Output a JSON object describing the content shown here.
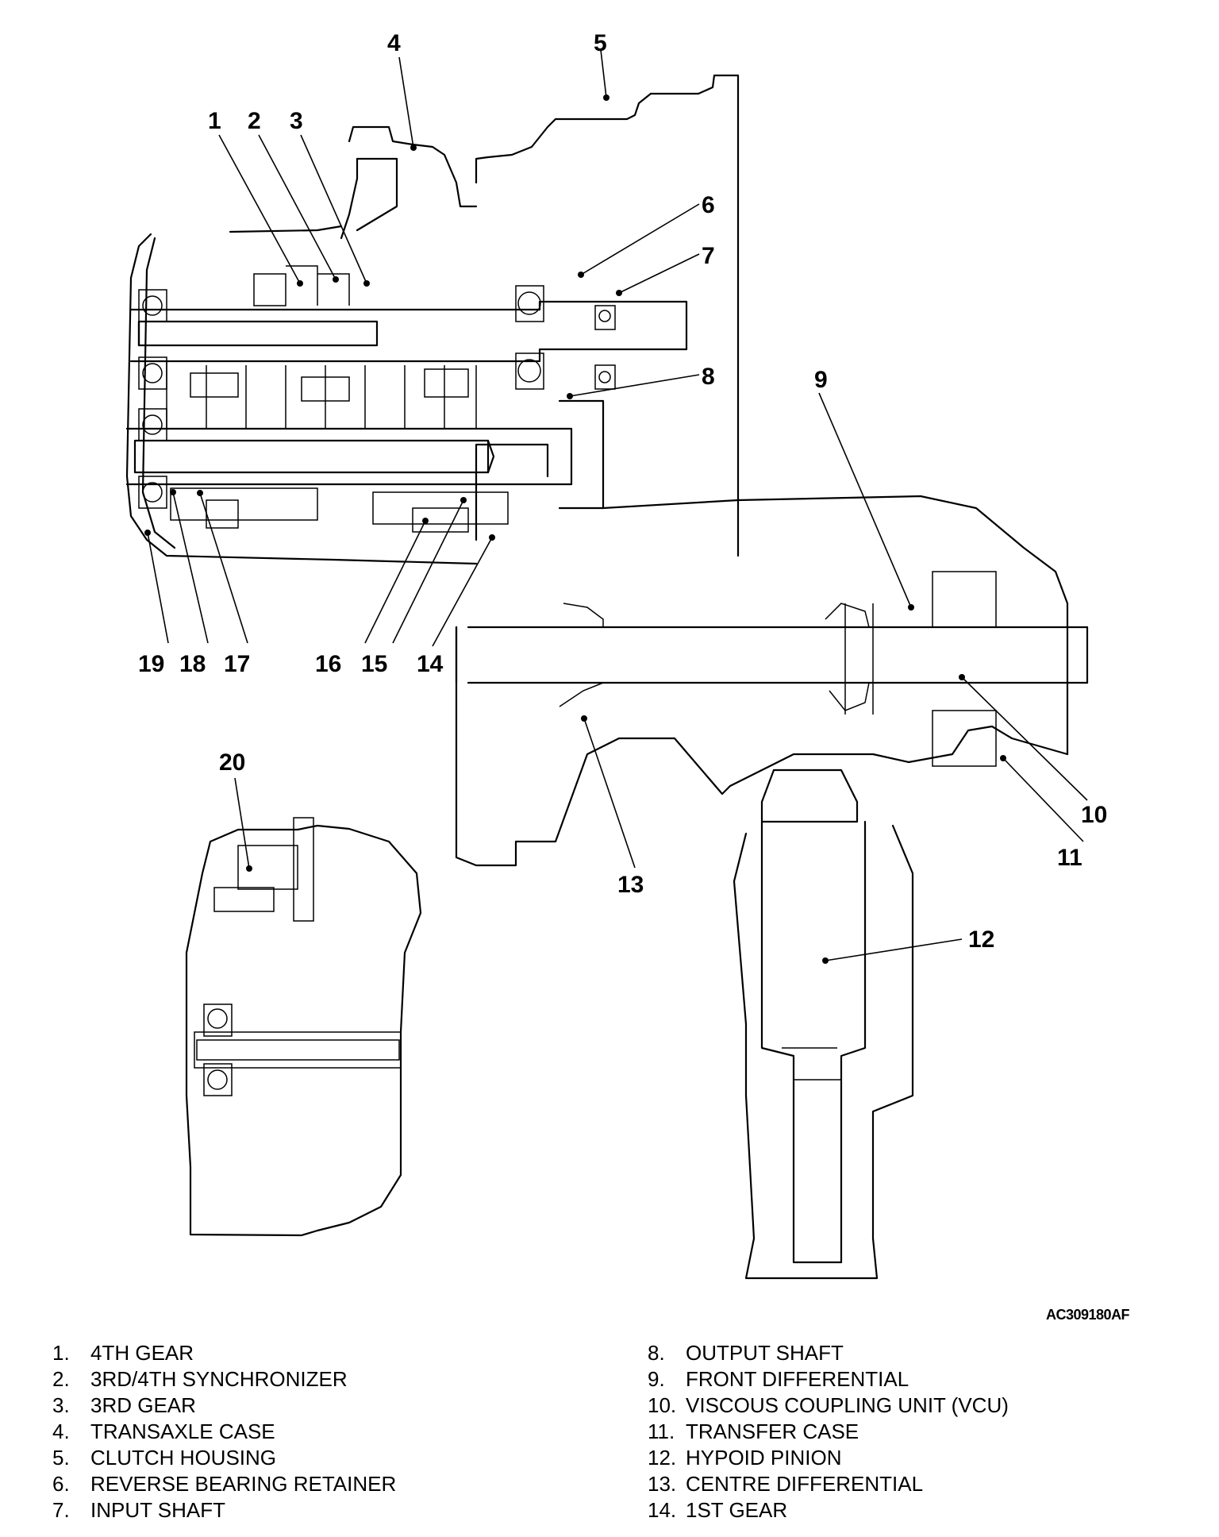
{
  "figure_code": "AC309180AF",
  "callouts": [
    {
      "num": "1",
      "label": "4TH GEAR"
    },
    {
      "num": "2",
      "label": "3RD/4TH SYNCHRONIZER"
    },
    {
      "num": "3",
      "label": "3RD GEAR"
    },
    {
      "num": "4",
      "label": "TRANSAXLE CASE"
    },
    {
      "num": "5",
      "label": "CLUTCH HOUSING"
    },
    {
      "num": "6",
      "label": "REVERSE BEARING RETAINER"
    },
    {
      "num": "7",
      "label": "INPUT SHAFT"
    },
    {
      "num": "8",
      "label": "OUTPUT SHAFT"
    },
    {
      "num": "9",
      "label": "FRONT DIFFERENTIAL"
    },
    {
      "num": "10",
      "label": "VISCOUS COUPLING UNIT (VCU)"
    },
    {
      "num": "11",
      "label": "TRANSFER CASE"
    },
    {
      "num": "12",
      "label": "HYPOID PINION"
    },
    {
      "num": "13",
      "label": "CENTRE DIFFERENTIAL"
    },
    {
      "num": "14",
      "label": "1ST GEAR"
    },
    {
      "num": "15",
      "label": ""
    },
    {
      "num": "16",
      "label": ""
    },
    {
      "num": "17",
      "label": ""
    },
    {
      "num": "18",
      "label": ""
    },
    {
      "num": "19",
      "label": ""
    },
    {
      "num": "20",
      "label": ""
    }
  ],
  "legend": {
    "left": [
      {
        "num": "1.",
        "label": "4TH GEAR"
      },
      {
        "num": "2.",
        "label": "3RD/4TH SYNCHRONIZER"
      },
      {
        "num": "3.",
        "label": "3RD GEAR"
      },
      {
        "num": "4.",
        "label": "TRANSAXLE CASE"
      },
      {
        "num": "5.",
        "label": "CLUTCH HOUSING"
      },
      {
        "num": "6.",
        "label": "REVERSE BEARING RETAINER"
      },
      {
        "num": "7.",
        "label": "INPUT SHAFT"
      }
    ],
    "right": [
      {
        "num": "8.",
        "label": "OUTPUT SHAFT"
      },
      {
        "num": "9.",
        "label": "FRONT DIFFERENTIAL"
      },
      {
        "num": "10.",
        "label": "VISCOUS COUPLING UNIT (VCU)"
      },
      {
        "num": "11.",
        "label": "TRANSFER CASE"
      },
      {
        "num": "12.",
        "label": "HYPOID PINION"
      },
      {
        "num": "13.",
        "label": "CENTRE DIFFERENTIAL"
      },
      {
        "num": "14.",
        "label": "1ST GEAR"
      }
    ]
  }
}
